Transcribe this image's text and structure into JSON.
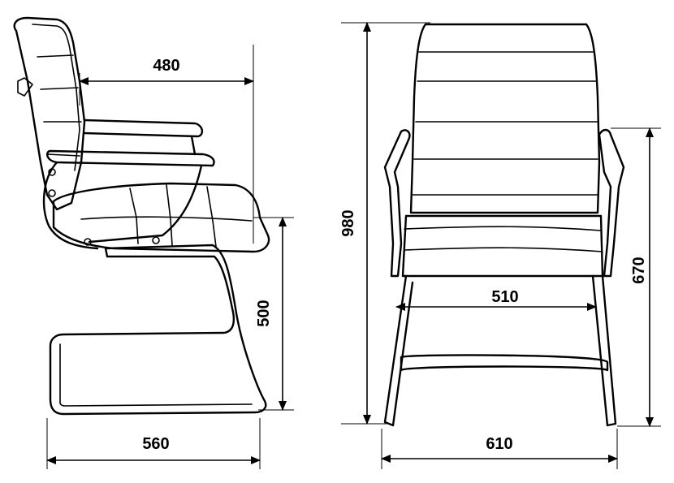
{
  "dimensions": {
    "seat_depth": "480",
    "seat_height": "500",
    "base_depth": "560",
    "total_height": "980",
    "armrest_height": "670",
    "seat_width": "510",
    "total_width": "610"
  },
  "colors": {
    "line": "#000000",
    "background": "#ffffff"
  }
}
